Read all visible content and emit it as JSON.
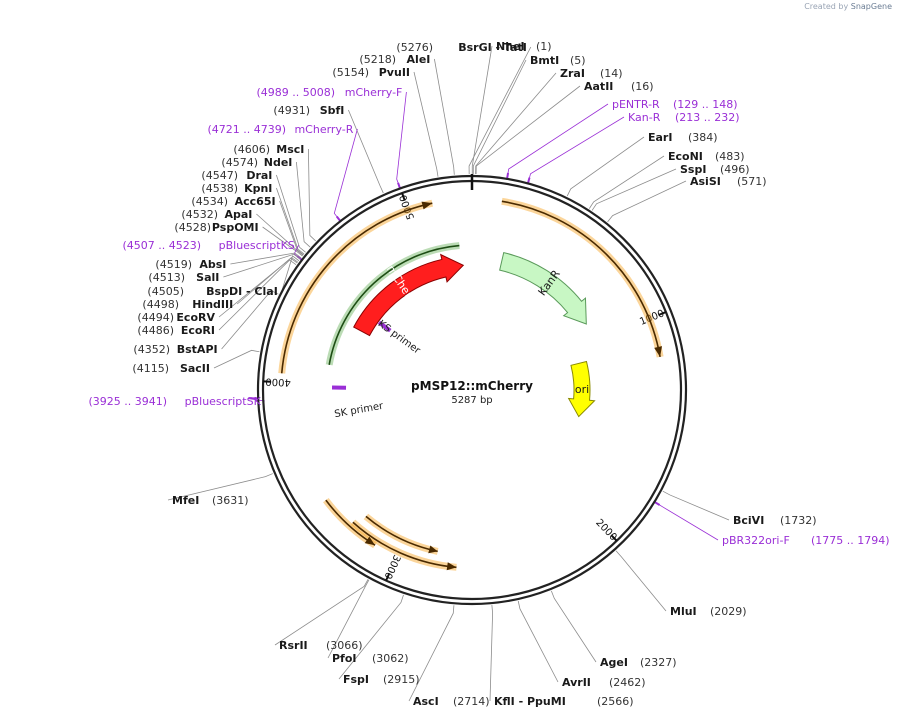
{
  "credit": {
    "prefix": "Created by",
    "brand": "SnapGene"
  },
  "plasmid": {
    "name": "pMSP12::mCherry",
    "size_label": "5287 bp",
    "length": 5287
  },
  "tick_labels": [
    "1000",
    "2000",
    "3000",
    "4000",
    "5000"
  ],
  "features": [
    {
      "name": "mCherry",
      "color": "#ff1e1e",
      "stroke": "#8a0000",
      "text_color": "#ffffff"
    },
    {
      "name": "KanR",
      "color": "#c8f7c4",
      "stroke": "#5a9a5a",
      "text_color": "#1a1a1a"
    },
    {
      "name": "ori",
      "color": "#ffff00",
      "stroke": "#8a8a00",
      "text_color": "#1a1a1a"
    }
  ],
  "primer_labels": [
    "KS primer",
    "SK primer"
  ],
  "right_sites": [
    {
      "pos": "(1)",
      "name": "NheI"
    },
    {
      "pos": "(5)",
      "name": "BmtI"
    },
    {
      "pos": "(14)",
      "name": "ZraI"
    },
    {
      "pos": "(16)",
      "name": "AatII"
    },
    {
      "pos": "(129 .. 148)",
      "name": "pENTR-R",
      "primer": true
    },
    {
      "pos": "(213 .. 232)",
      "name": "Kan-R",
      "primer": true
    },
    {
      "pos": "(384)",
      "name": "EarI"
    },
    {
      "pos": "(483)",
      "name": "EcoNI"
    },
    {
      "pos": "(496)",
      "name": "SspI"
    },
    {
      "pos": "(571)",
      "name": "AsiSI"
    },
    {
      "pos": "(1732)",
      "name": "BciVI"
    },
    {
      "pos": "(1775 .. 1794)",
      "name": "pBR322ori-F",
      "primer": true
    },
    {
      "pos": "(2029)",
      "name": "MluI"
    },
    {
      "pos": "(2327)",
      "name": "AgeI"
    },
    {
      "pos": "(2462)",
      "name": "AvrII"
    },
    {
      "pos": "(2566)",
      "name": "KflI  - PpuMI"
    },
    {
      "pos": "(2714)",
      "name": "AscI"
    },
    {
      "pos": "(2915)",
      "name": "FspI"
    },
    {
      "pos": "(3062)",
      "name": "PfoI"
    },
    {
      "pos": "(3066)",
      "name": "RsrII"
    },
    {
      "pos": "(3631)",
      "name": "MfeI"
    }
  ],
  "left_sites": [
    {
      "pos": "(5276)",
      "name": "BsrGI  - TatI"
    },
    {
      "pos": "(5218)",
      "name": "AleI"
    },
    {
      "pos": "(5154)",
      "name": "PvuII"
    },
    {
      "pos": "(4989 .. 5008)",
      "name": "mCherry-F",
      "primer": true
    },
    {
      "pos": "(4931)",
      "name": "SbfI"
    },
    {
      "pos": "(4721 .. 4739)",
      "name": "mCherry-R",
      "primer": true
    },
    {
      "pos": "(4606)",
      "name": "MscI"
    },
    {
      "pos": "(4574)",
      "name": "NdeI"
    },
    {
      "pos": "(4547)",
      "name": "DraI"
    },
    {
      "pos": "(4538)",
      "name": "KpnI"
    },
    {
      "pos": "(4534)",
      "name": "Acc65I"
    },
    {
      "pos": "(4532)",
      "name": "ApaI"
    },
    {
      "pos": "(4528)",
      "name": "PspOMI"
    },
    {
      "pos": "(4507 .. 4523)",
      "name": "pBluescriptKS",
      "primer": true
    },
    {
      "pos": "(4519)",
      "name": "AbsI"
    },
    {
      "pos": "(4513)",
      "name": "SalI"
    },
    {
      "pos": "(4505)",
      "name": "BspDI  - ClaI"
    },
    {
      "pos": "(4498)",
      "name": "HindIII"
    },
    {
      "pos": "(4494)",
      "name": "EcoRV"
    },
    {
      "pos": "(4486)",
      "name": "EcoRI"
    },
    {
      "pos": "(4352)",
      "name": "BstAPI"
    },
    {
      "pos": "(4115)",
      "name": "SacII"
    },
    {
      "pos": "(3925 .. 3941)",
      "name": "pBluescriptSK",
      "primer": true
    }
  ],
  "colors": {
    "enzyme": "#1a1a1a",
    "position": "#333333",
    "primer": "#9a2fd6",
    "line": "#8c8c8c",
    "orf": "#f6a21e"
  }
}
